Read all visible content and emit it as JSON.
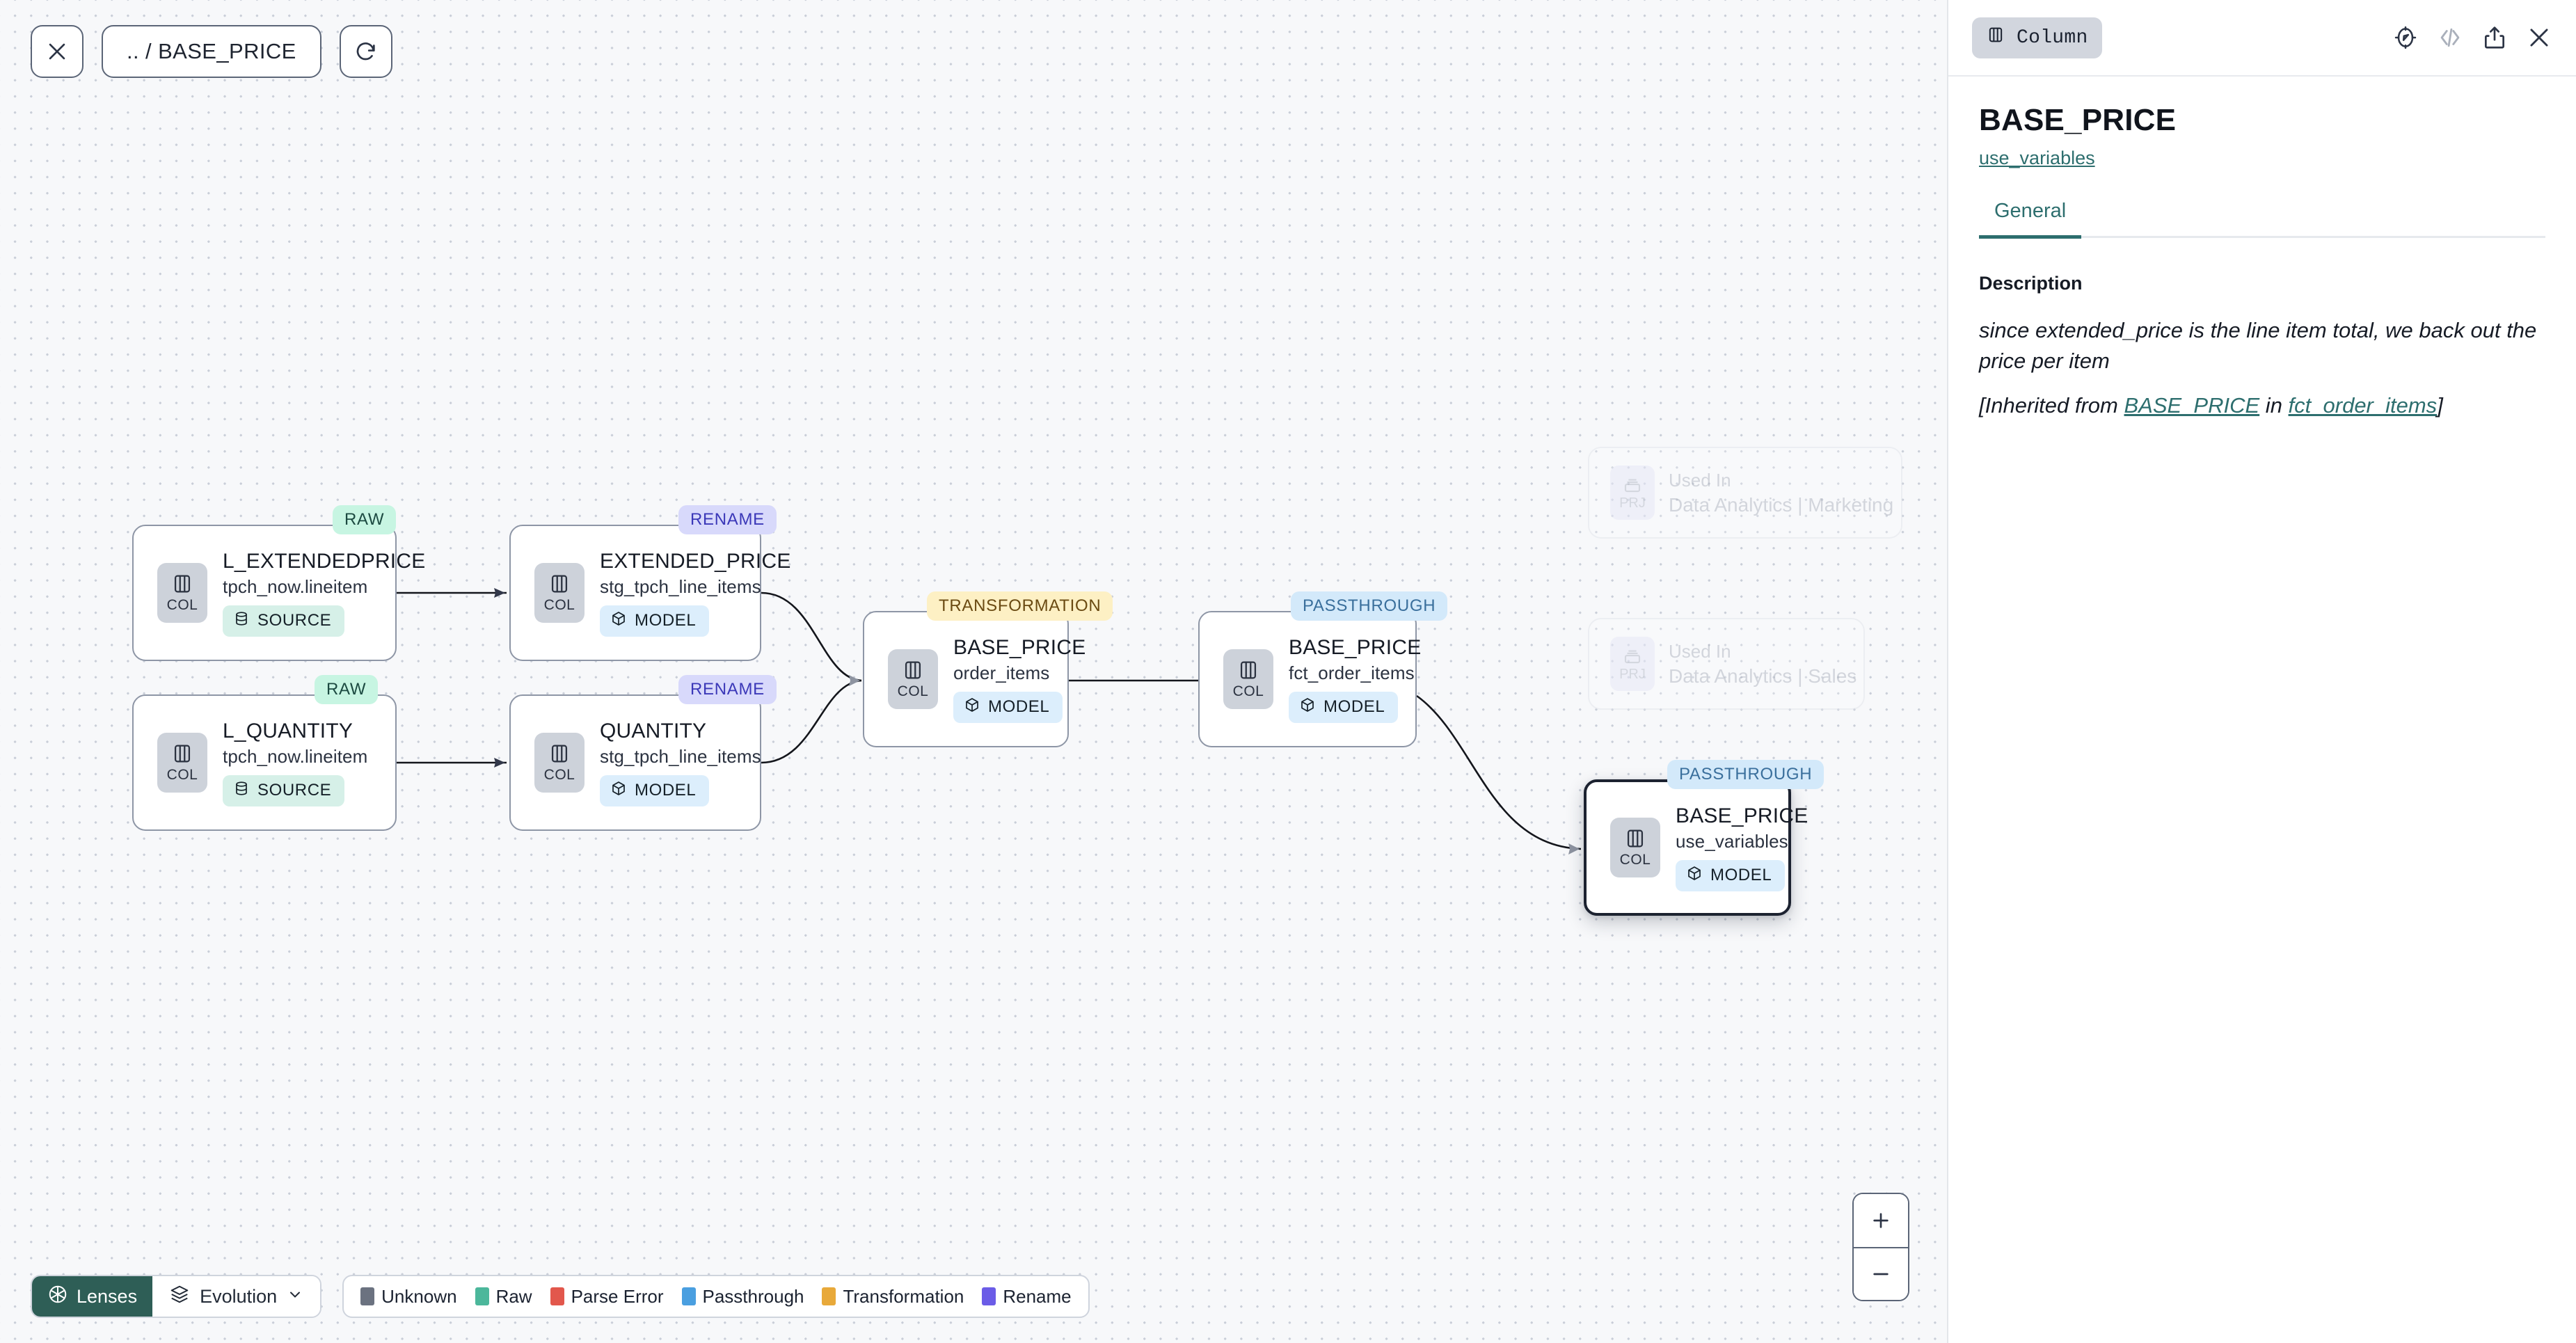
{
  "toolbar": {
    "close_icon": "close-icon",
    "breadcrumb": ".. / BASE_PRICE",
    "refresh_icon": "refresh-icon"
  },
  "graph": {
    "nodes": [
      {
        "id": "l_extendedprice",
        "icon_label": "COL",
        "title": "L_EXTENDEDPRICE",
        "subtitle": "tpch_now.lineitem",
        "badge": "SOURCE",
        "badge_kind": "source",
        "tag": "RAW",
        "tag_kind": "raw",
        "selected": false
      },
      {
        "id": "l_quantity",
        "icon_label": "COL",
        "title": "L_QUANTITY",
        "subtitle": "tpch_now.lineitem",
        "badge": "SOURCE",
        "badge_kind": "source",
        "tag": "RAW",
        "tag_kind": "raw",
        "selected": false
      },
      {
        "id": "extended_price",
        "icon_label": "COL",
        "title": "EXTENDED_PRICE",
        "subtitle": "stg_tpch_line_items",
        "badge": "MODEL",
        "badge_kind": "model",
        "tag": "RENAME",
        "tag_kind": "rename",
        "selected": false
      },
      {
        "id": "quantity",
        "icon_label": "COL",
        "title": "QUANTITY",
        "subtitle": "stg_tpch_line_items",
        "badge": "MODEL",
        "badge_kind": "model",
        "tag": "RENAME",
        "tag_kind": "rename",
        "selected": false
      },
      {
        "id": "base_price_order_items",
        "icon_label": "COL",
        "title": "BASE_PRICE",
        "subtitle": "order_items",
        "badge": "MODEL",
        "badge_kind": "model",
        "tag": "TRANSFORMATION",
        "tag_kind": "transformation",
        "selected": false
      },
      {
        "id": "base_price_fct_order_items",
        "icon_label": "COL",
        "title": "BASE_PRICE",
        "subtitle": "fct_order_items",
        "badge": "MODEL",
        "badge_kind": "model",
        "tag": "PASSTHROUGH",
        "tag_kind": "passthrough",
        "selected": false
      },
      {
        "id": "base_price_use_variables",
        "icon_label": "COL",
        "title": "BASE_PRICE",
        "subtitle": "use_variables",
        "badge": "MODEL",
        "badge_kind": "model",
        "tag": "PASSTHROUGH",
        "tag_kind": "passthrough",
        "selected": true
      }
    ],
    "ghost_nodes": [
      {
        "id": "used-in-marketing",
        "icon_label": "PRJ",
        "line1": "Used In",
        "line2": "Data Analytics | Marketing"
      },
      {
        "id": "used-in-sales",
        "icon_label": "PRJ",
        "line1": "Used In",
        "line2": "Data Analytics | Sales"
      }
    ]
  },
  "bottom": {
    "lenses_label": "Lenses",
    "evolution_label": "Evolution",
    "legend": [
      {
        "label": "Unknown",
        "color": "#6b7280"
      },
      {
        "label": "Raw",
        "color": "#4cb79b"
      },
      {
        "label": "Parse Error",
        "color": "#e2574c"
      },
      {
        "label": "Passthrough",
        "color": "#4a9fe0"
      },
      {
        "label": "Transformation",
        "color": "#e8a93a"
      },
      {
        "label": "Rename",
        "color": "#6b5ce7"
      }
    ],
    "zoom_in": "+",
    "zoom_out": "−"
  },
  "panel": {
    "type_badge": "Column",
    "icons": [
      "compass-icon",
      "code-icon",
      "share-icon",
      "close-icon"
    ],
    "title": "BASE_PRICE",
    "link": "use_variables",
    "tabs": [
      {
        "label": "General",
        "active": true
      }
    ],
    "section_label": "Description",
    "description": "since extended_price is the line item total, we back out the price per item",
    "inherited_prefix": "[Inherited from ",
    "inherited_link1": "BASE_PRICE",
    "inherited_mid": " in ",
    "inherited_link2": "fct_order_items",
    "inherited_suffix": "]"
  },
  "colors": {
    "accent_teal": "#2d6e6e",
    "lenses_bg": "#2e5e56",
    "canvas_bg": "#f7f8fa"
  }
}
